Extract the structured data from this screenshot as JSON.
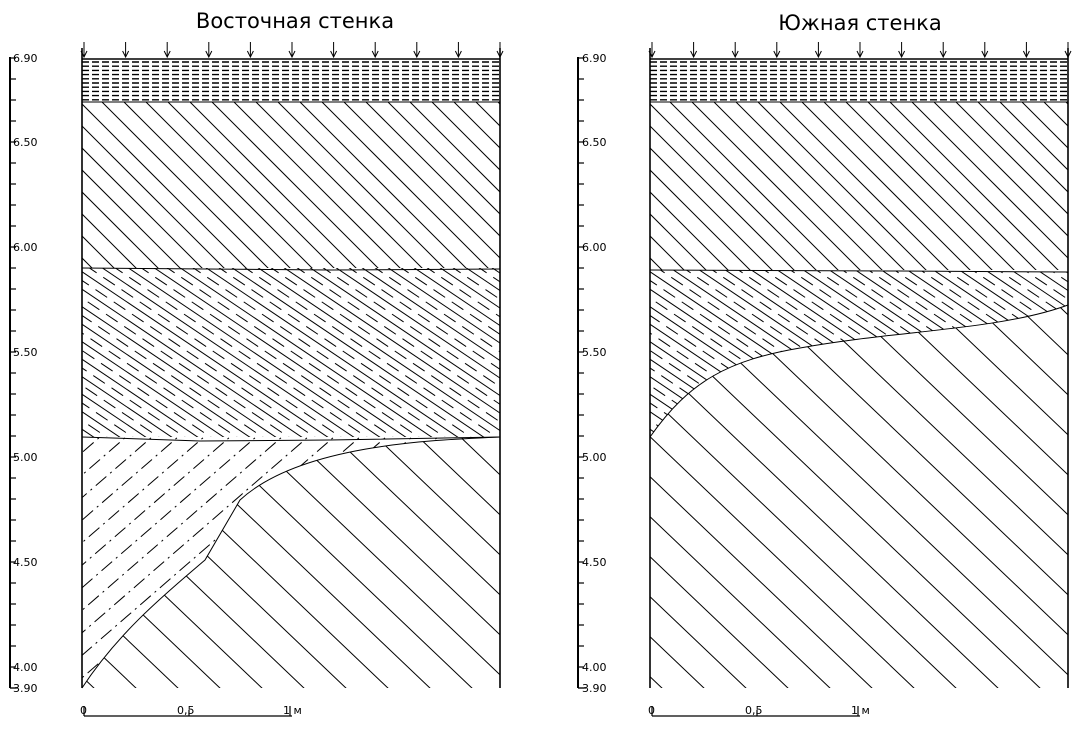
{
  "panels": [
    {
      "title": "Восточная стенка",
      "elevation_labels": [
        "6.90",
        "6.50",
        "6.00",
        "5.50",
        "5.00",
        "4.50",
        "4.00",
        "3.90"
      ],
      "scale": {
        "labels": [
          "0",
          "0,5",
          "1 м"
        ]
      },
      "layers": [
        {
          "name": "dense-dash-fill",
          "top": 6.9,
          "bottom": 6.72
        },
        {
          "name": "diagonal-hatch",
          "top": 6.72,
          "bottom": 5.9
        },
        {
          "name": "diagonal-dashed-hatch",
          "top": 5.9,
          "bottom": 5.09
        },
        {
          "name": "dash-dot-diagonal",
          "top": 5.09,
          "bottom": 3.9
        },
        {
          "name": "sparse-diagonal",
          "top": 5.09,
          "bottom": 3.9
        }
      ]
    },
    {
      "title": "Южная стенка",
      "elevation_labels": [
        "6.90",
        "6.50",
        "6.00",
        "5.50",
        "5.00",
        "4.50",
        "4.00",
        "3.90"
      ],
      "scale": {
        "labels": [
          "0",
          "0,5",
          "1 м"
        ]
      },
      "layers": [
        {
          "name": "dense-dash-fill",
          "top": 6.9,
          "bottom": 6.72
        },
        {
          "name": "diagonal-hatch",
          "top": 6.72,
          "bottom": 5.9
        },
        {
          "name": "diagonal-dashed-hatch",
          "top": 5.9,
          "bottom": 5.1
        },
        {
          "name": "sparse-diagonal",
          "top": 5.7,
          "bottom": 3.9
        }
      ]
    }
  ]
}
